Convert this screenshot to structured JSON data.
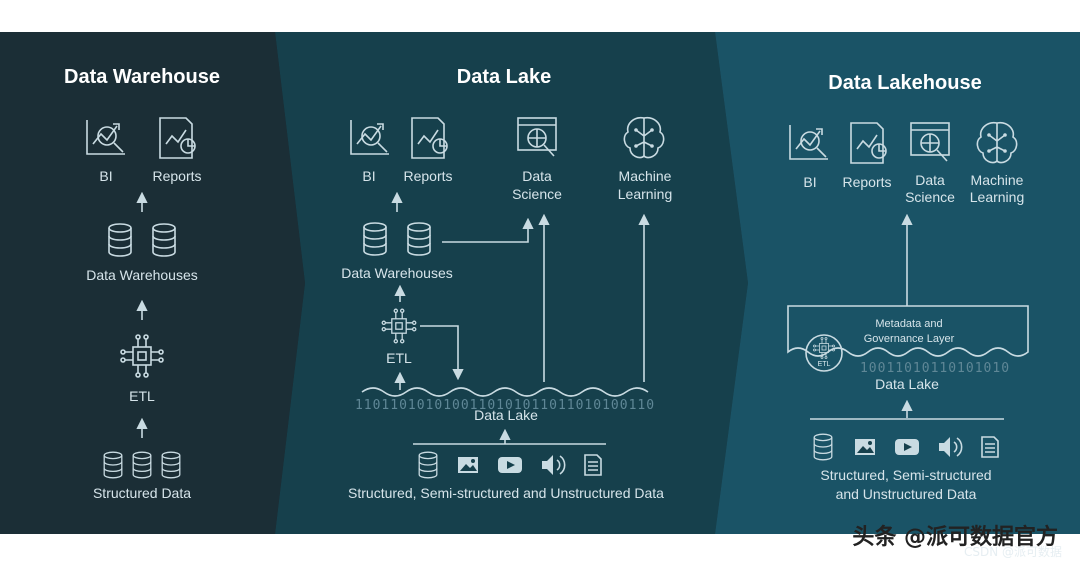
{
  "panels": {
    "warehouse": {
      "title": "Data Warehouse",
      "bi": "BI",
      "reports": "Reports",
      "warehouses": "Data Warehouses",
      "etl": "ETL",
      "source": "Structured Data"
    },
    "lake": {
      "title": "Data Lake",
      "bi": "BI",
      "reports": "Reports",
      "ds_line1": "Data",
      "ds_line2": "Science",
      "ml_line1": "Machine",
      "ml_line2": "Learning",
      "warehouses": "Data Warehouses",
      "etl": "ETL",
      "bits": "1101101010100110101011011010100110",
      "lake_label": "Data Lake",
      "source": "Structured, Semi-structured and Unstructured Data"
    },
    "lakehouse": {
      "title": "Data Lakehouse",
      "bi": "BI",
      "reports": "Reports",
      "ds_line1": "Data",
      "ds_line2": "Science",
      "ml_line1": "Machine",
      "ml_line2": "Learning",
      "meta_line1": "Metadata and",
      "meta_line2": "Governance Layer",
      "etl": "ETL",
      "bits": "10011010110101010",
      "lake_label": "Data Lake",
      "source_line1": "Structured, Semi-structured",
      "source_line2": "and Unstructured Data"
    }
  },
  "watermark": {
    "main": "头条 @派可数据官方",
    "sub": "CSDN @派可数据"
  },
  "colors": {
    "panel_warehouse": "#1b2e36",
    "panel_lake": "#16404c",
    "panel_lakehouse": "#1a5366",
    "icon_stroke": "#c9dbe2"
  }
}
